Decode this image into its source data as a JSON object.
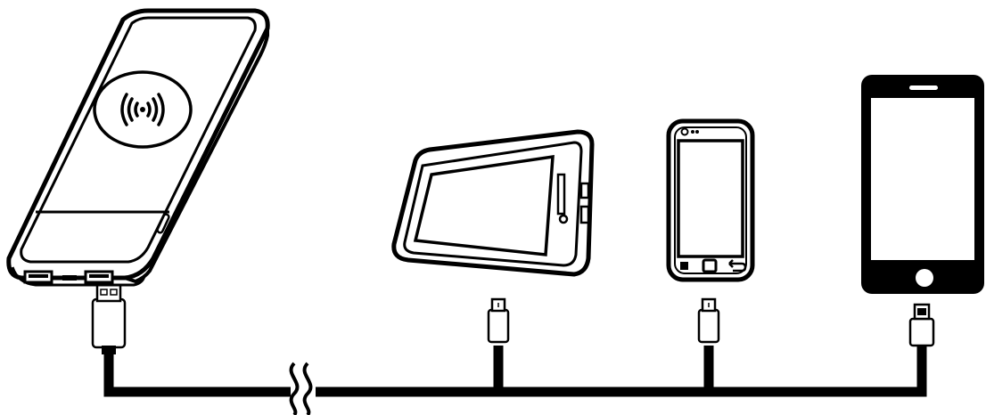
{
  "diagram": {
    "colors": {
      "ink": "#000000",
      "paper": "#ffffff",
      "screen_fill": "#ffffff"
    },
    "devices": [
      {
        "id": "power-bank",
        "kind": "wireless power bank",
        "connector": "usb-a"
      },
      {
        "id": "tablet",
        "kind": "tablet",
        "connector": "micro-usb"
      },
      {
        "id": "android-phone",
        "kind": "smartphone",
        "connector": "micro-usb"
      },
      {
        "id": "iphone",
        "kind": "smartphone",
        "connector": "lightning"
      }
    ],
    "icons": [
      "wireless-charging-icon",
      "usb-port-icon",
      "home-button-icon",
      "back-arrow-icon"
    ]
  }
}
